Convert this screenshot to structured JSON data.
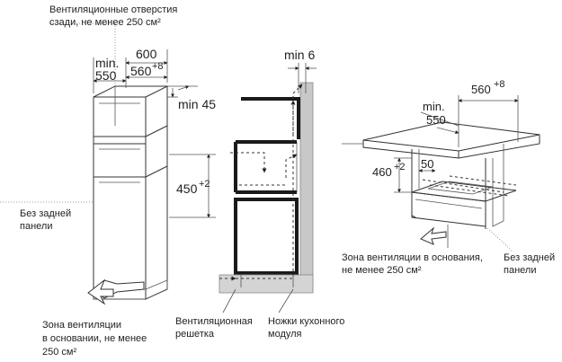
{
  "captions": {
    "top_vent": [
      "Вентиляционные отверстия",
      "сзади, не менее 250 см²"
    ],
    "no_back_left": [
      "Без задней",
      "панели"
    ],
    "base_vent_left": [
      "Зона вентиляции",
      "в основании, не менее",
      "250 см²"
    ],
    "vent_grille": [
      "Вентиляционная",
      "решетка"
    ],
    "cabinet_feet": [
      "Ножки кухонного",
      "модуля"
    ],
    "base_vent_right": [
      "Зона вентиляции в основания,",
      "не менее 250 см²"
    ],
    "no_back_right": [
      "Без задней",
      "панели"
    ]
  },
  "dims_left": {
    "min_label": "min.",
    "min_value": "550",
    "top_value": "600",
    "inner_value": "560",
    "inner_tol": "+8",
    "gap_value": "min 45",
    "height_value": "450",
    "height_tol": "+2"
  },
  "dims_mid": {
    "gap_value": "min 6"
  },
  "dims_right": {
    "min_label": "min.",
    "min_value": "550",
    "inner_value": "560",
    "inner_tol": "+8",
    "height_value": "460",
    "height_tol": "+2",
    "offset_value": "50"
  }
}
